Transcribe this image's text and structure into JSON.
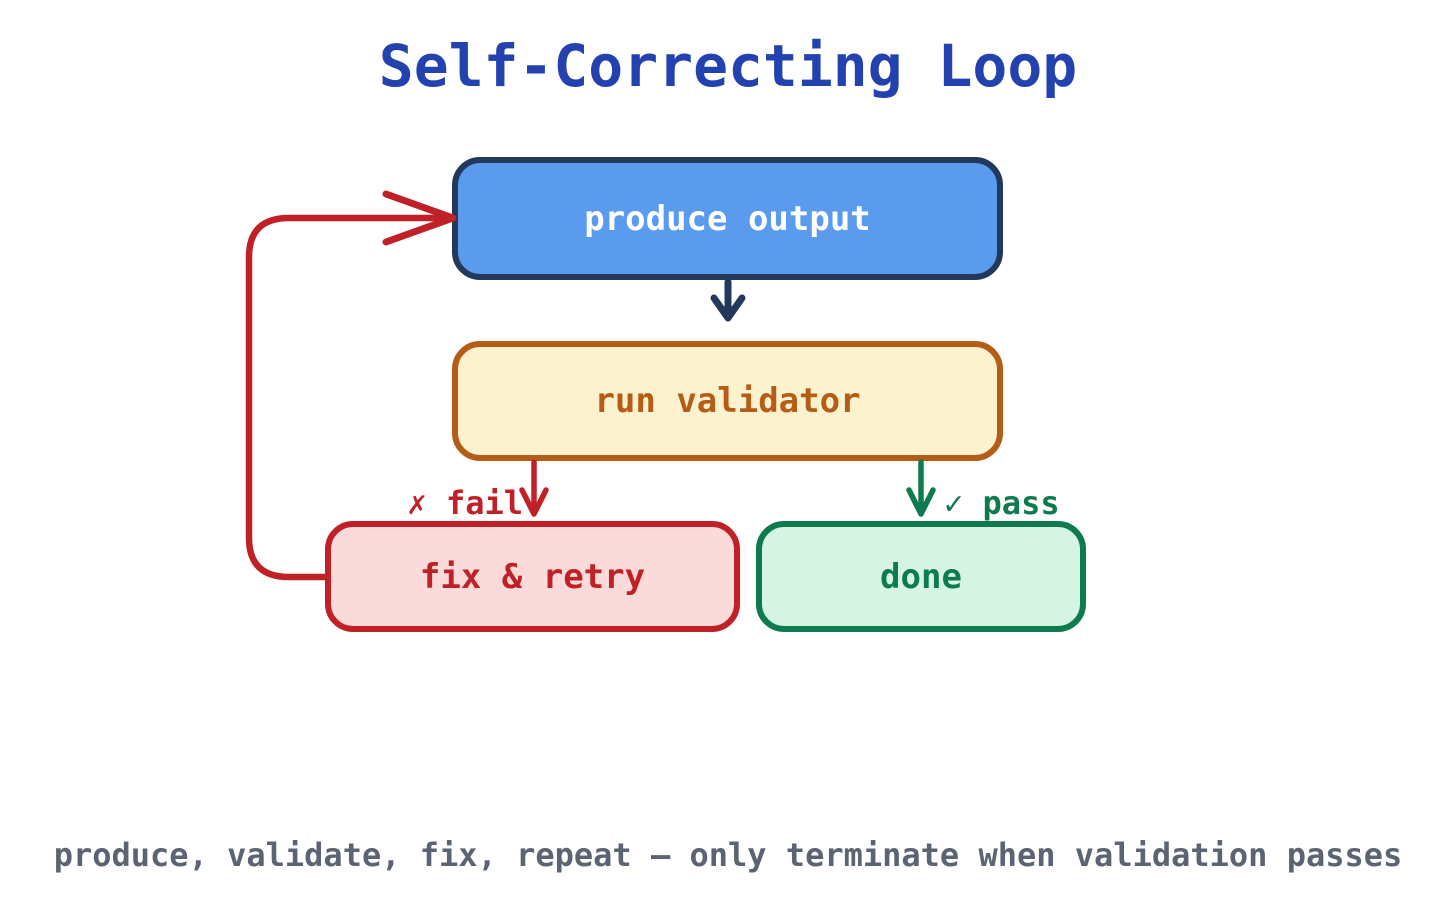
{
  "title": {
    "text": "Self-Correcting Loop",
    "color": "#2342b0"
  },
  "nodes": {
    "produce": {
      "label": "produce output",
      "fill": "#5b9bee",
      "border": "#22395c",
      "text_color": "#ffffff"
    },
    "validator": {
      "label": "run validator",
      "fill": "#fcf2cd",
      "border": "#b55c16",
      "text_color": "#b55c16"
    },
    "fix": {
      "label": "fix & retry",
      "fill": "#fbdbd9",
      "border": "#bf2127",
      "text_color": "#bf2127"
    },
    "done": {
      "label": "done",
      "fill": "#d6f4e4",
      "border": "#0e7b4f",
      "text_color": "#0e7b4f"
    }
  },
  "edges": {
    "produce_to_validator": {
      "color": "#22395c"
    },
    "validator_to_fix": {
      "label": "✗ fail",
      "color": "#bf2127"
    },
    "validator_to_done": {
      "label": "✓ pass",
      "color": "#0e7b4f"
    },
    "fix_to_produce": {
      "color": "#bf2127"
    }
  },
  "caption": {
    "text": "produce, validate, fix, repeat — only terminate when validation passes",
    "color": "#5b6472"
  }
}
